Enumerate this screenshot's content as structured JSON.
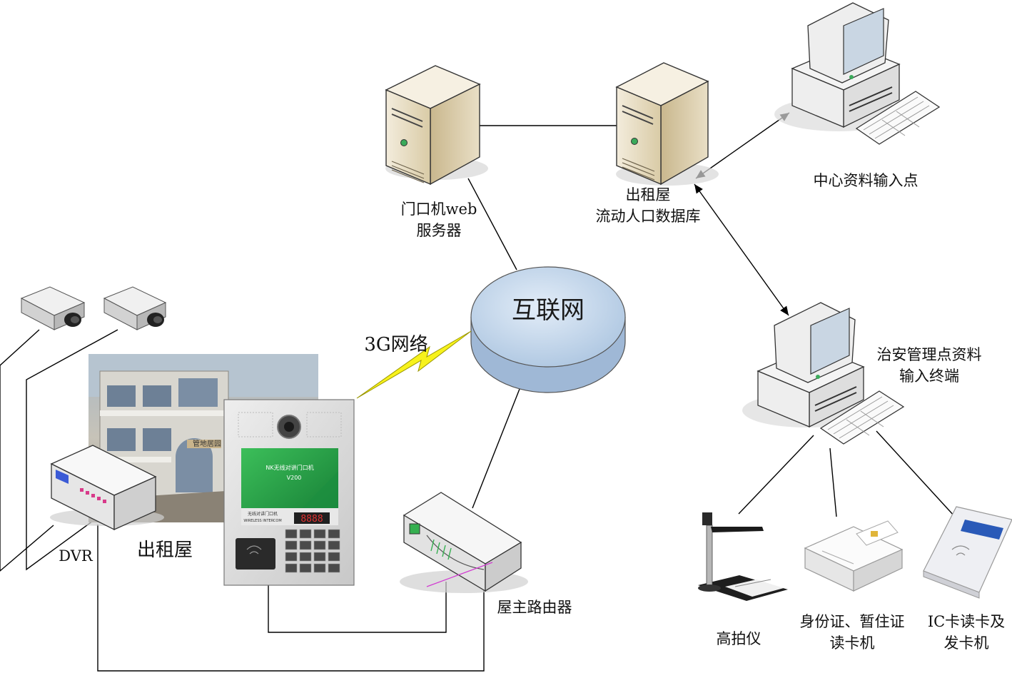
{
  "labels": {
    "web_server": [
      "门口机web",
      "服务器"
    ],
    "db_server": [
      "出租屋",
      "流动人口数据库"
    ],
    "center_input": "中心资料输入点",
    "security_terminal": [
      "治安管理点资料",
      "输入终端"
    ],
    "internet": "互联网",
    "network_3g": "3G网络",
    "dvr": "DVR",
    "rental_house": "出租屋",
    "router": "屋主路由器",
    "scanner": "高拍仪",
    "id_reader": [
      "身份证、暂住证",
      "读卡机"
    ],
    "ic_reader": [
      "IC卡读卡及",
      "发卡机"
    ]
  },
  "device_text": {
    "intercom_title": "NK无线对讲门口机",
    "intercom_model": "V200",
    "intercom_sub": "无线对讲门口机",
    "intercom_sub2": "WIRELESS INTERCOM",
    "intercom_display": "8888",
    "building_sign": "管地居园"
  },
  "colors": {
    "server_body": "#e6dbc1",
    "cloud_fill": "#bdd3ea",
    "panel_green": "#23a04a",
    "lightning": "#f5f01e",
    "line": "#000000"
  }
}
